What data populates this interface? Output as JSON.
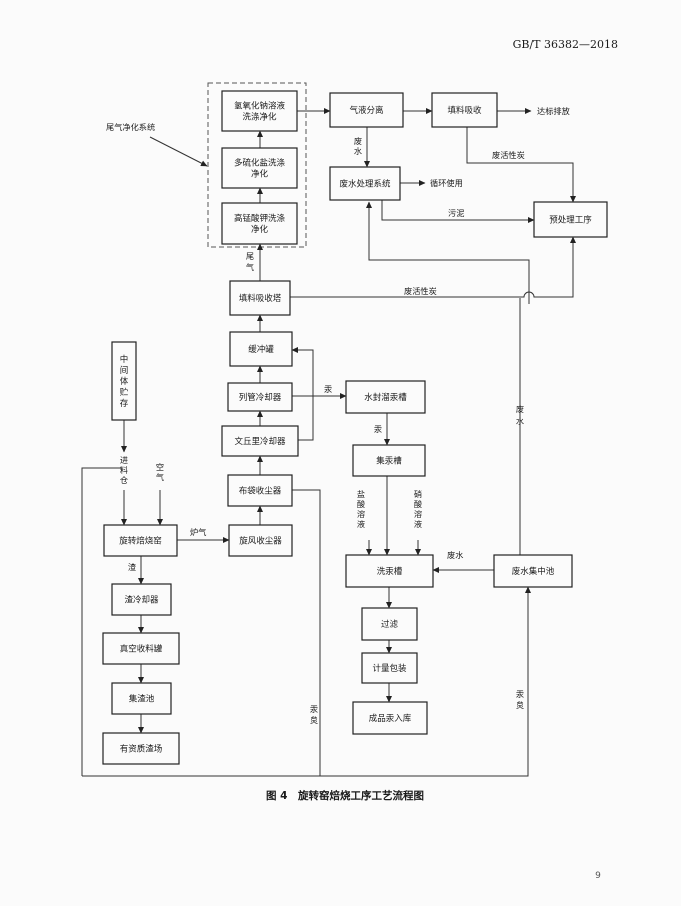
{
  "header": {
    "standard_code": "GB/T 36382—2018"
  },
  "caption": "图 4　旋转窑焙烧工序工艺流程图",
  "page_number": "9",
  "side_label": "尾气净化系统",
  "boxes": {
    "naoh_wash": [
      "氢氧化钠溶液",
      "洗涤净化"
    ],
    "polysulfide_wash": [
      "多硫化盐洗涤",
      "净化"
    ],
    "kmno4_wash": [
      "高锰酸钾洗涤",
      "净化"
    ],
    "gas_liquid_sep": [
      "气液分离"
    ],
    "packed_absorb_top": [
      "填料吸收"
    ],
    "wastewater_system": [
      "废水处理系统"
    ],
    "pretreatment": [
      "预处理工序"
    ],
    "packed_tower": [
      "填料吸收塔"
    ],
    "buffer_tank": [
      "缓冲罐"
    ],
    "tube_cooler": [
      "列管冷却器"
    ],
    "venturi_cooler": [
      "文丘里冷却器"
    ],
    "bag_filter": [
      "布袋收尘器"
    ],
    "cyclone": [
      "旋风收尘器"
    ],
    "rotary_kiln": [
      "旋转焙烧窑"
    ],
    "slag_cooler": [
      "渣冷却器"
    ],
    "vacuum_tank": [
      "真空收料罐"
    ],
    "slag_pool": [
      "集渣池"
    ],
    "hazardous_site": [
      "有资质渣场"
    ],
    "intermediate_storage": [
      "中",
      "间",
      "体",
      "贮",
      "存"
    ],
    "water_seal_tank": [
      "水封溜汞槽"
    ],
    "mercury_collect": [
      "集汞槽"
    ],
    "mercury_wash": [
      "洗汞槽"
    ],
    "wastewater_pool": [
      "废水集中池"
    ],
    "filtration": [
      "过滤"
    ],
    "weighing_pack": [
      "计量包装"
    ],
    "product_store": [
      "成品汞入库"
    ]
  },
  "labels": {
    "standard_emission": "达标排放",
    "recycle_use": "循环使用",
    "waste_carbon_top": "废活性炭",
    "sludge": "污泥",
    "waste_carbon_mid": "废活性炭",
    "waste_water_a": [
      "废",
      "水"
    ],
    "waste_water_b": [
      "废",
      "水"
    ],
    "tail_gas": [
      "尾",
      "气"
    ],
    "feed_bin": [
      "进",
      "料",
      "仓"
    ],
    "air": [
      "空",
      "气"
    ],
    "furnace_gas": "炉气",
    "slag": "渣",
    "mercury_a": "汞",
    "mercury_b": "汞",
    "hcl_solution": [
      "盐",
      "酸",
      "溶",
      "液"
    ],
    "hno3_solution": [
      "硝",
      "酸",
      "溶",
      "液"
    ],
    "waste_water_c": "废水",
    "mercury_soot_a": [
      "汞",
      "炱"
    ],
    "mercury_soot_b": [
      "汞",
      "炱"
    ]
  }
}
